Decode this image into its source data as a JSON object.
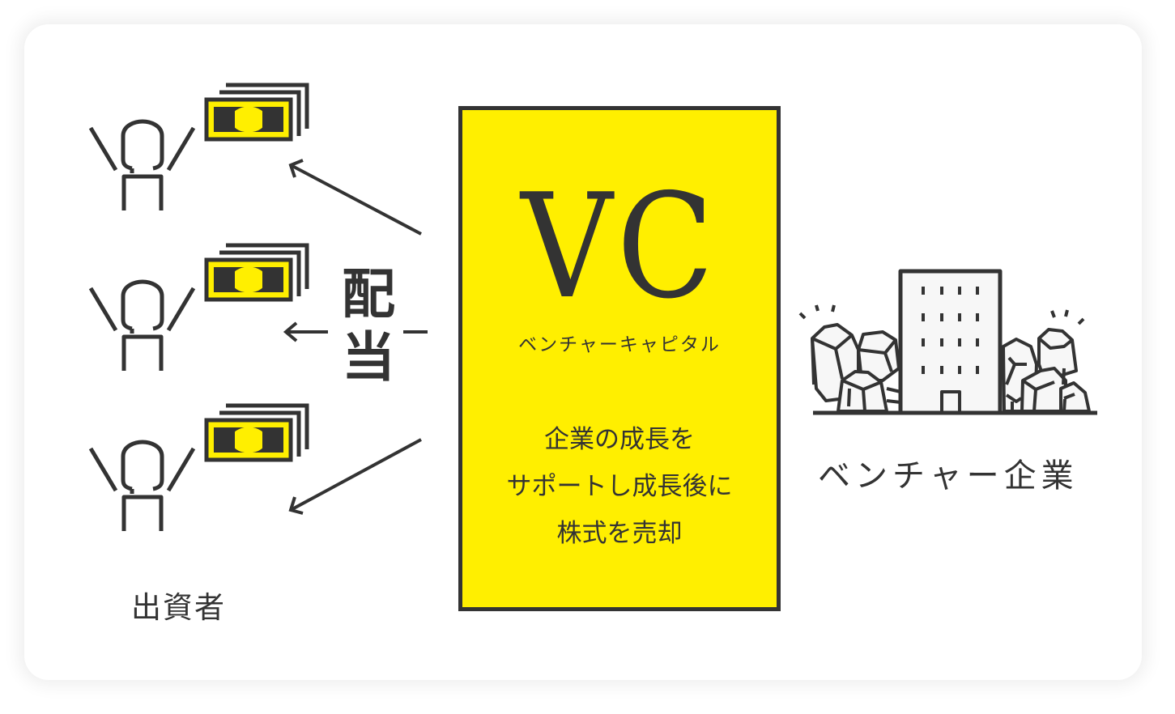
{
  "diagram": {
    "title": "VCの仕組み",
    "colors": {
      "accent_yellow": "#ffef00",
      "ink": "#333333",
      "card_bg": "#ffffff",
      "building_fill": "#f7f7f7"
    },
    "investors": {
      "label": "出資者",
      "count": 3,
      "icons": [
        "person-cheering-icon",
        "money-stack-icon"
      ]
    },
    "dividend": {
      "label_line1": "配",
      "label_line2": "当",
      "arrows": [
        "arrow-up-left",
        "arrow-left",
        "arrow-down-left"
      ]
    },
    "vc": {
      "title": "VC",
      "subtitle": "ベンチャーキャピタル",
      "description": [
        "企業の成長を",
        "サポートし成長後に",
        "株式を売却"
      ]
    },
    "venture": {
      "label": "ベンチャー企業",
      "icons": [
        "office-building-icon",
        "rocks-icon"
      ]
    }
  }
}
